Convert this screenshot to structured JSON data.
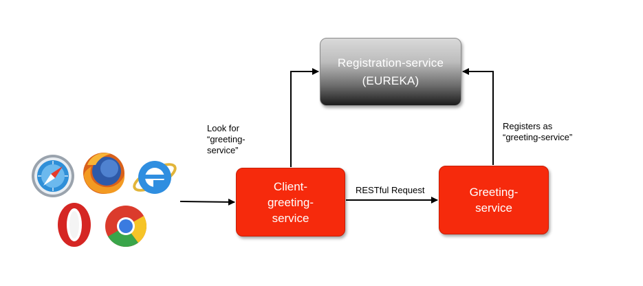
{
  "nodes": {
    "eureka": {
      "lines": [
        "Registration-service",
        "(EUREKA)"
      ]
    },
    "client": {
      "lines": [
        "Client-",
        "greeting-",
        "service"
      ]
    },
    "greeting": {
      "lines": [
        "Greeting-",
        "service"
      ]
    }
  },
  "labels": {
    "look_for": [
      "Look for",
      "“greeting-",
      "service”"
    ],
    "registers": [
      "Registers as",
      "“greeting-service”"
    ],
    "restful": "RESTful Request"
  },
  "browsers": [
    "safari-icon",
    "firefox-icon",
    "internet-explorer-icon",
    "opera-icon",
    "chrome-icon"
  ],
  "colors": {
    "service_red": "#f62a0c",
    "eureka_dark": "#1c1c1c",
    "arrow": "#000000"
  }
}
